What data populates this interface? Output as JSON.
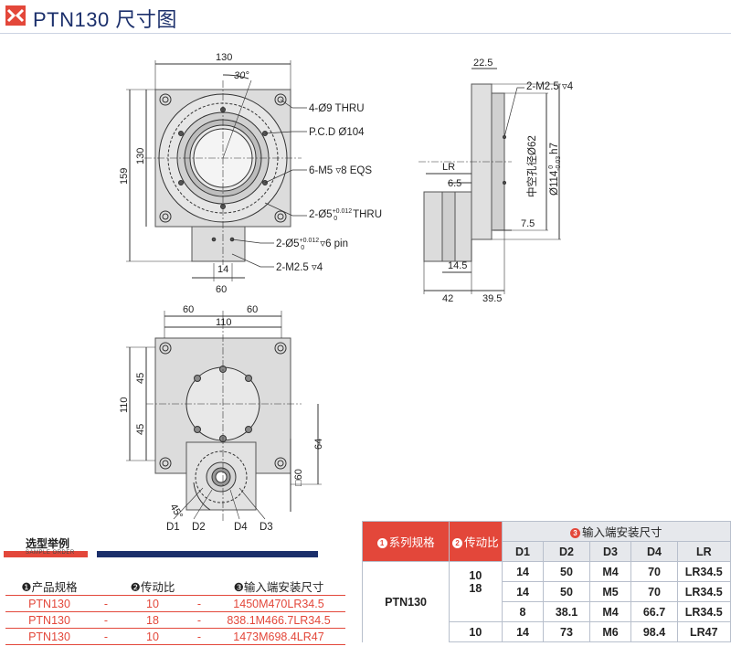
{
  "header": {
    "title": "PTN130 尺寸图"
  },
  "drawing_front": {
    "dims": [
      "130",
      "30°",
      "130",
      "159",
      "14",
      "60"
    ],
    "callouts": [
      "4-Ø9 THRU",
      "P.C.D Ø104",
      "6-M5 ▿8 EQS",
      "2-M2.5 ▿4"
    ],
    "pin_hole_label": {
      "prefix": "2-Ø5",
      "tol_upper": "+0.012",
      "tol_lower": "0",
      "suffix": "THRU"
    },
    "pin_label": {
      "prefix": "2-Ø5",
      "tol_upper": "+0.012",
      "tol_lower": "0",
      "suffix": "▿6 pin"
    }
  },
  "drawing_side": {
    "dims": [
      "22.5",
      "LR",
      "6.5",
      "7.5",
      "14.5",
      "42",
      "39.5"
    ],
    "callout": "2-M2.5 ▿4",
    "hollow_label": "中空孔径Ø62",
    "shaft_label": {
      "prefix": "Ø114",
      "tol_upper": "0",
      "tol_lower": "-0.03",
      "suffix": "h7"
    }
  },
  "drawing_bottom": {
    "dims": [
      "60",
      "60",
      "110",
      "45",
      "110",
      "45",
      "64",
      "□60",
      "45°"
    ],
    "labels": [
      "D1",
      "D2",
      "D4",
      "D3"
    ]
  },
  "sample_order": {
    "title": "选型举例",
    "subtitle": "SAMPLE ORDER",
    "headers": [
      "❶产品规格",
      "❷传动比",
      "❸输入端安装尺寸"
    ],
    "rows": [
      [
        "PTN130",
        "10",
        "1450M470LR34.5"
      ],
      [
        "PTN130",
        "18",
        "838.1M466.7LR34.5"
      ],
      [
        "PTN130",
        "10",
        "1473M698.4LR47"
      ]
    ]
  },
  "spec_table": {
    "h1": "系列规格",
    "h1_num": "❶",
    "h2": "传动比",
    "h2_num": "❷",
    "h3": "输入端安装尺寸",
    "h3_num": "❸",
    "sub_headers": [
      "D1",
      "D2",
      "D3",
      "D4",
      "LR"
    ],
    "series": "PTN130",
    "ratio_a": "10",
    "ratio_b": "18",
    "ratio_c": "10",
    "rows": [
      [
        "14",
        "50",
        "M4",
        "70",
        "LR34.5"
      ],
      [
        "14",
        "50",
        "M5",
        "70",
        "LR34.5"
      ],
      [
        "8",
        "38.1",
        "M4",
        "66.7",
        "LR34.5"
      ],
      [
        "14",
        "73",
        "M6",
        "98.4",
        "LR47"
      ]
    ]
  }
}
